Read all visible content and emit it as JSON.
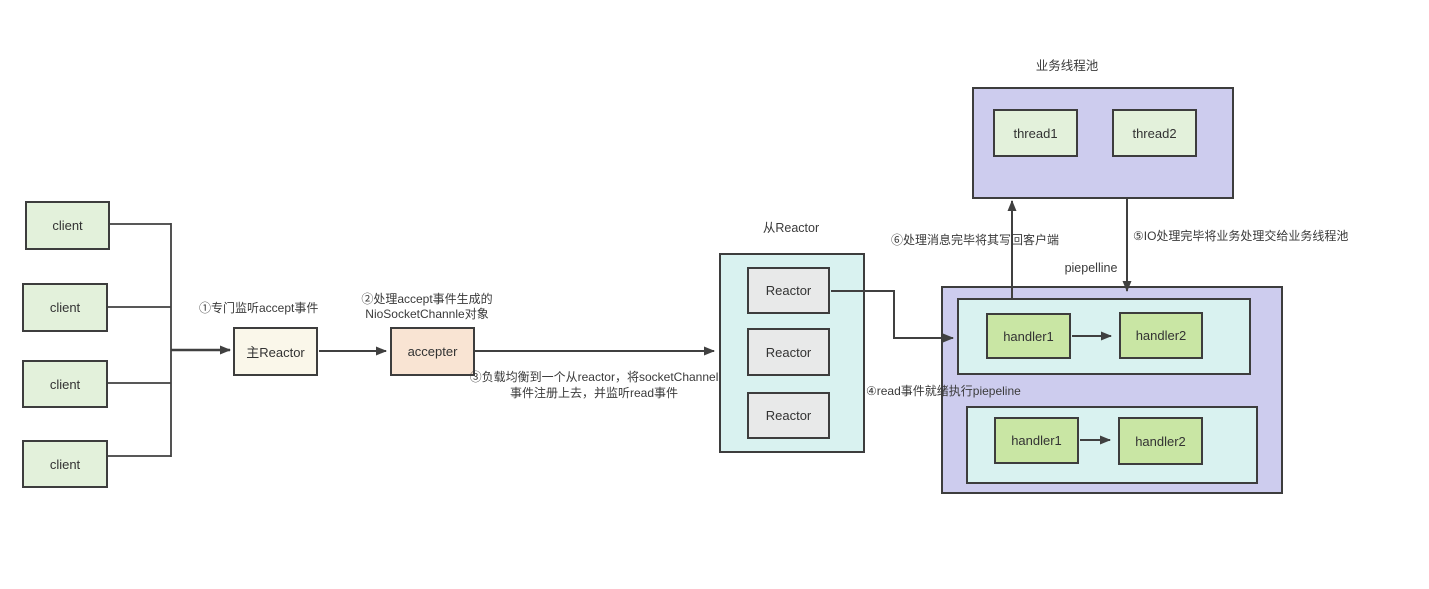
{
  "clients": [
    {
      "label": "client"
    },
    {
      "label": "client"
    },
    {
      "label": "client"
    },
    {
      "label": "client"
    }
  ],
  "main_reactor": {
    "label": "主Reactor"
  },
  "accepter": {
    "label": "accepter"
  },
  "sub_reactor": {
    "title": "从Reactor",
    "reactors": [
      {
        "label": "Reactor"
      },
      {
        "label": "Reactor"
      },
      {
        "label": "Reactor"
      }
    ]
  },
  "thread_pool": {
    "title": "业务线程池",
    "threads": [
      {
        "label": "thread1"
      },
      {
        "label": "thread2"
      }
    ]
  },
  "pipeline": {
    "label": "piepelline",
    "rows": [
      {
        "handlers": [
          {
            "label": "handler1"
          },
          {
            "label": "handler2"
          }
        ]
      },
      {
        "handlers": [
          {
            "label": "handler1"
          },
          {
            "label": "handler2"
          }
        ]
      }
    ]
  },
  "annotations": {
    "step1": "①专门监听accept事件",
    "step2_line1": "②处理accept事件生成的",
    "step2_line2": "NioSocketChannle对象",
    "step3_line1": "③负载均衡到一个从reactor，将socketChannel",
    "step3_line2": "事件注册上去，并监听read事件",
    "step4": "④read事件就绪执行piepeline",
    "step5": "⑤IO处理完毕将业务处理交给业务线程池",
    "step6": "⑥处理消息完毕将其写回客户端"
  },
  "colors": {
    "pale_green": "#e3f1db",
    "bright_green": "#c9e6a4",
    "gray": "#e8e9e9",
    "cream": "#faf7ea",
    "peach": "#f9e4d3",
    "cyan": "#d9f2f0",
    "purple": "#cdccee",
    "line": "#404040"
  }
}
